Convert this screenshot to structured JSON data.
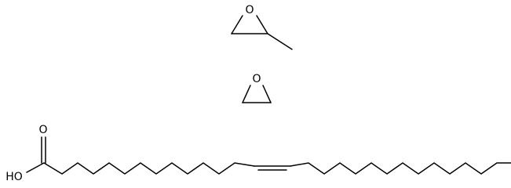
{
  "molecules": [
    {
      "atoms": [
        {
          "symbol": "O",
          "label": "O"
        }
      ]
    },
    {
      "atoms": [
        {
          "symbol": "O",
          "label": "O"
        }
      ]
    },
    {
      "atoms": [
        {
          "symbol": "O",
          "label": "O"
        },
        {
          "symbol": "OH",
          "label": "HO"
        }
      ]
    }
  ],
  "colors": {
    "bond": "#000000",
    "background": "#ffffff"
  }
}
